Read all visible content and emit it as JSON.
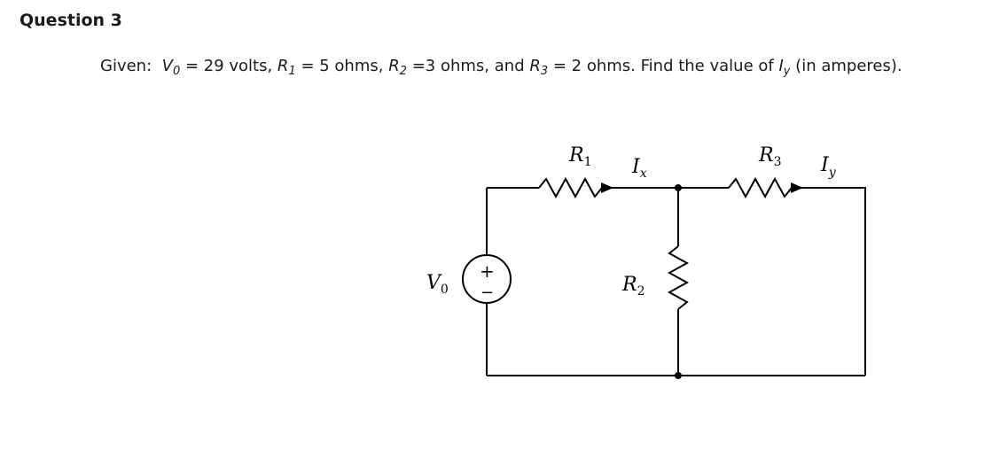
{
  "question": {
    "title": "Question 3"
  },
  "problem": {
    "given_word": "Given:",
    "v0_symbol": "V",
    "v0_sub": "0",
    "v0_value": " = 29 volts, ",
    "r1_symbol": "R",
    "r1_sub": "1",
    "r1_value": " = 5 ohms, ",
    "r2_symbol": "R",
    "r2_sub": "2",
    "r2_value": " =3 ohms, and ",
    "r3_symbol": "R",
    "r3_sub": "3",
    "r3_value": " = 2 ohms. Find the value of ",
    "iy_symbol": "I",
    "iy_sub": "y",
    "tail": " (in amperes)."
  },
  "circuit": {
    "r1_label": "R",
    "r1_sub": "1",
    "r2_label": "R",
    "r2_sub": "2",
    "r3_label": "R",
    "r3_sub": "3",
    "ix_label": "I",
    "ix_sub": "x",
    "iy_label": "I",
    "iy_sub": "y",
    "v0_label": "V",
    "v0_sub": "0",
    "plus_sign": "+",
    "minus_sign": "−"
  }
}
